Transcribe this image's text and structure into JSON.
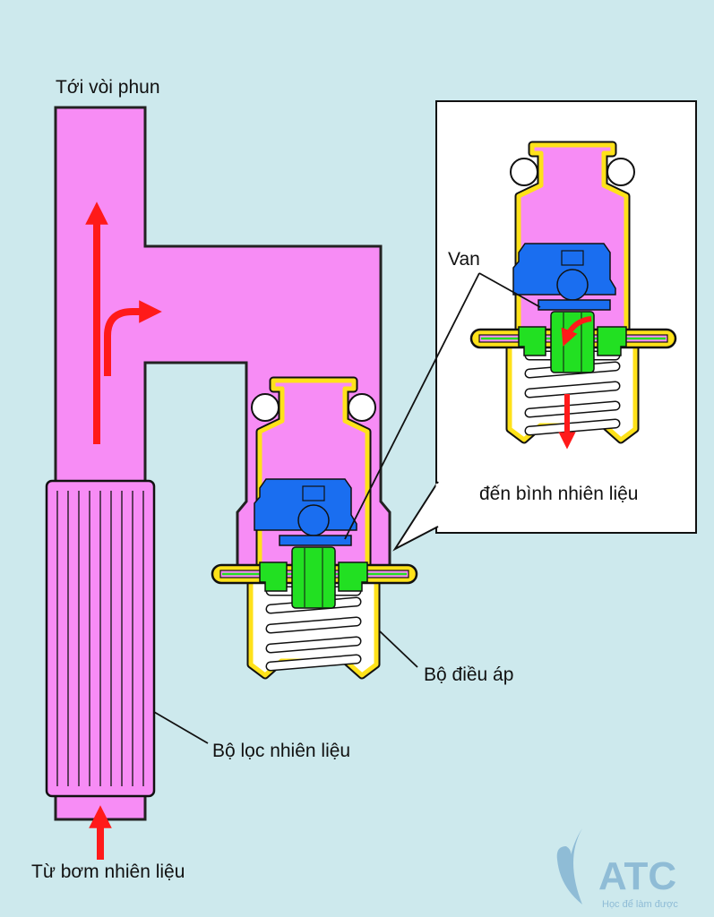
{
  "labels": {
    "to_injector": "Tới vòi phun",
    "valve": "Van",
    "to_tank": "đến bình nhiên liệu",
    "regulator": "Bộ điều áp",
    "filter": "Bộ lọc nhiên liệu",
    "from_pump": "Từ bơm nhiên liệu"
  },
  "logo": {
    "name": "ATC",
    "slogan": "Học để làm được"
  },
  "colors": {
    "background": "#cde9ed",
    "fuel": "#f78cf5",
    "housing": "#ffe21a",
    "valve": "#1a6ef0",
    "piston": "#22e022",
    "arrow": "#ff1a1a"
  }
}
